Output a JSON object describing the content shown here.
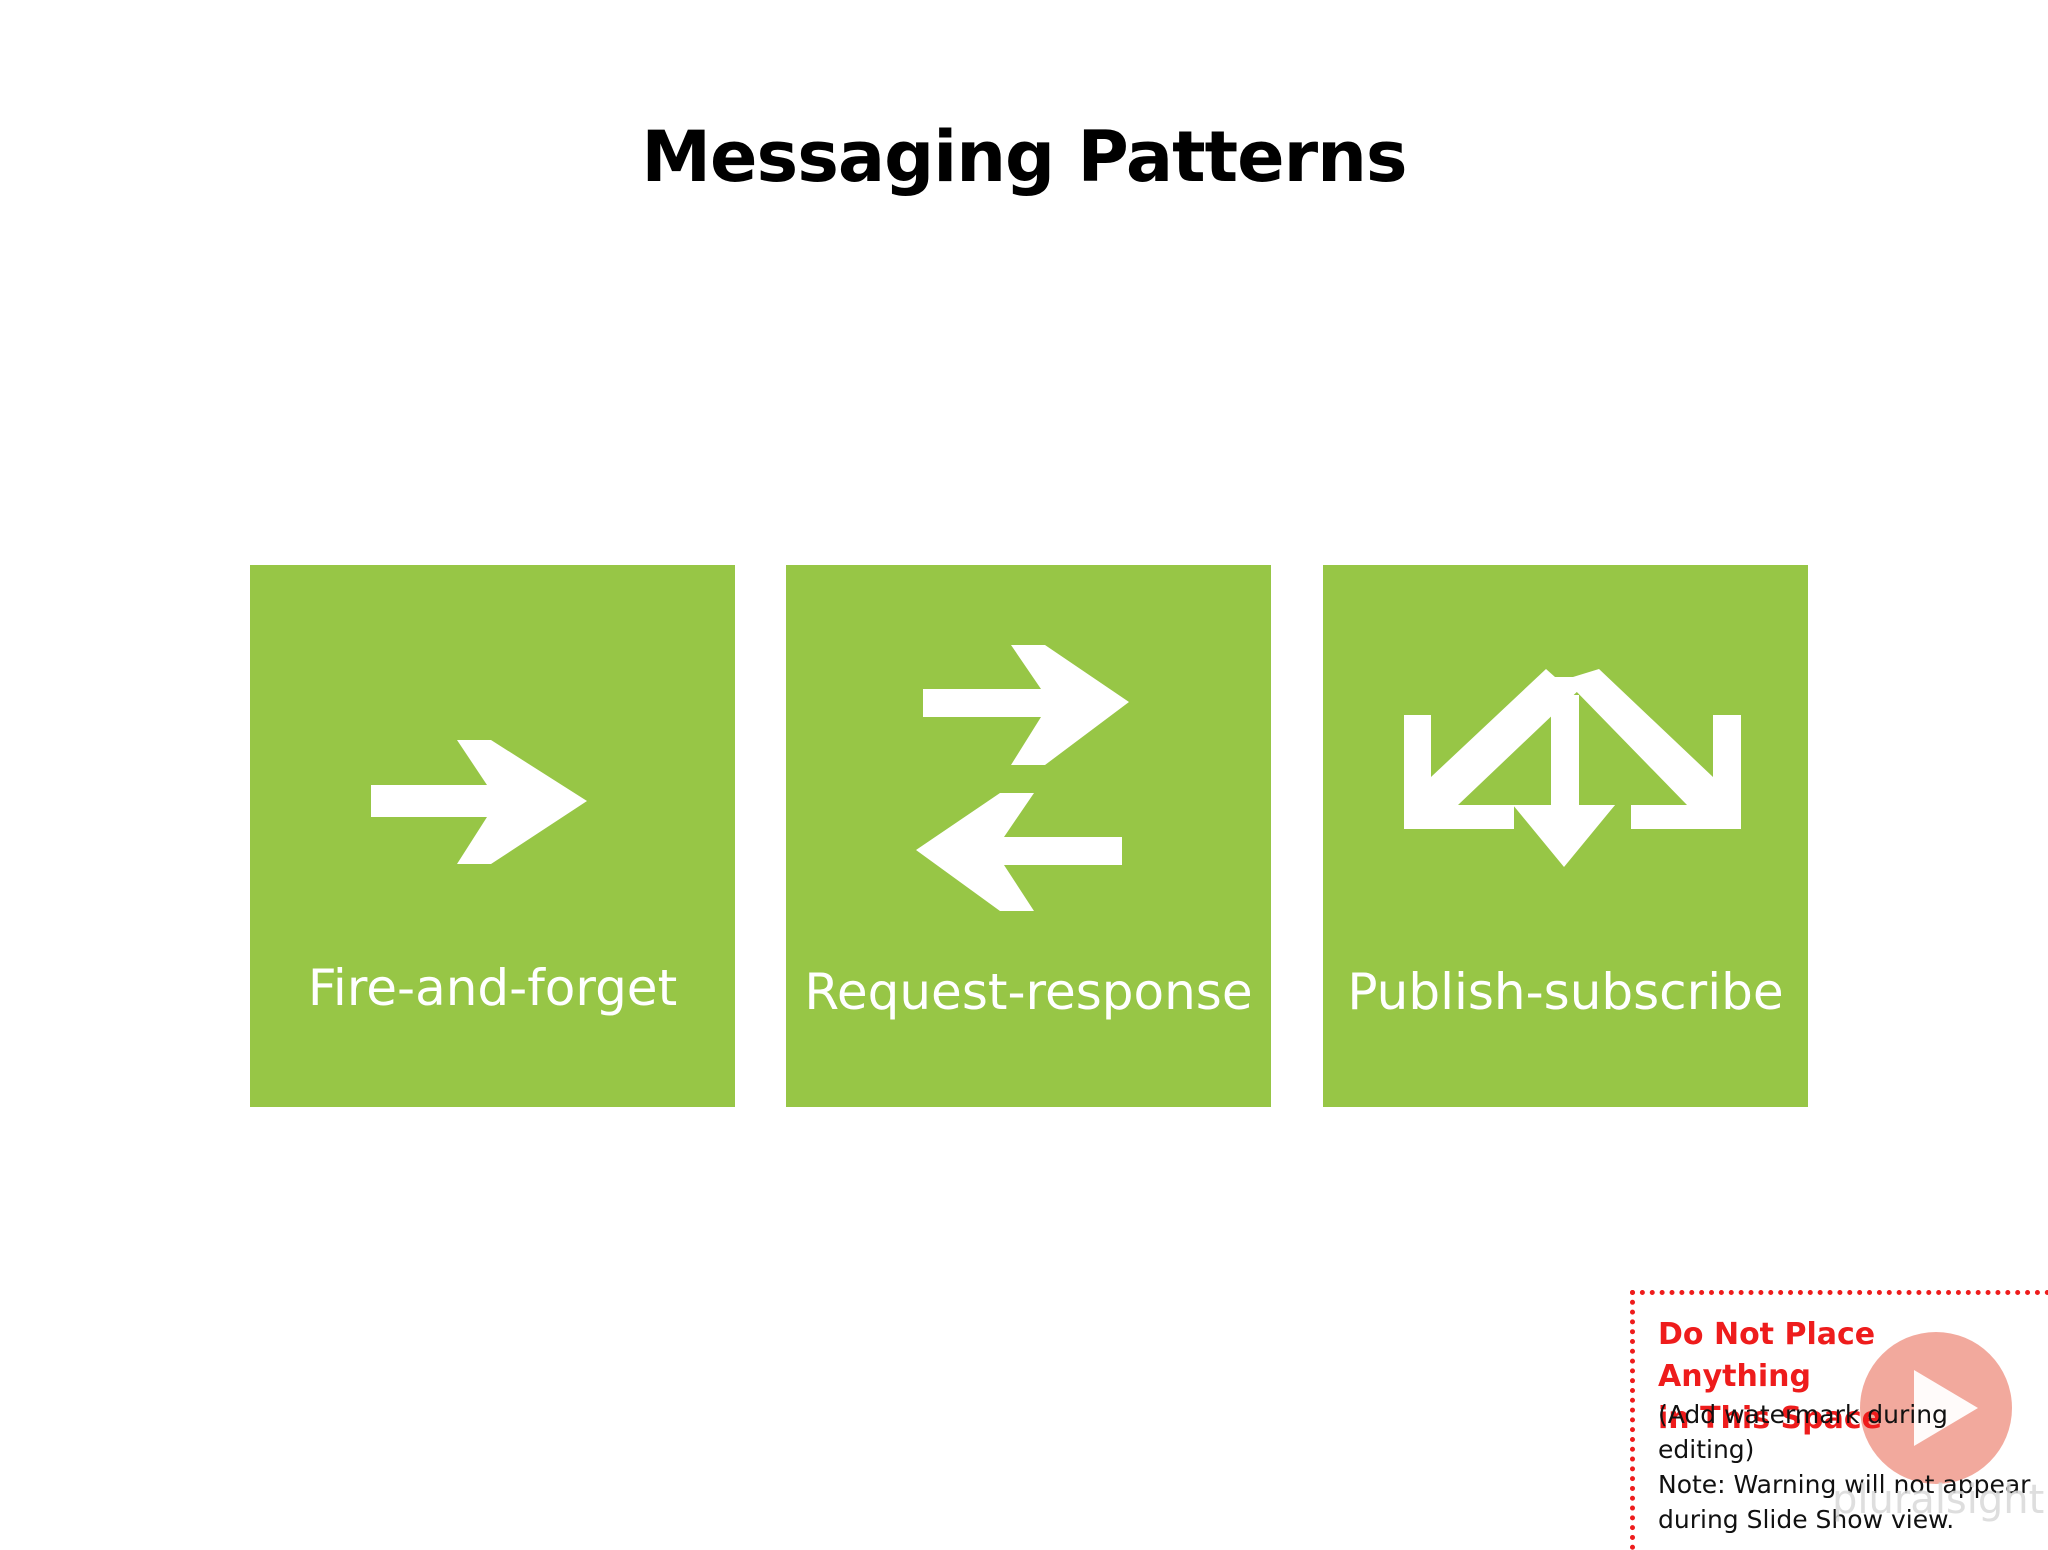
{
  "slide": {
    "title": "Messaging Patterns"
  },
  "patterns": [
    {
      "label": "Fire-and-forget",
      "icon": "arrow-right-icon"
    },
    {
      "label": "Request-response",
      "icon": "arrows-exchange-icon"
    },
    {
      "label": "Publish-subscribe",
      "icon": "arrows-fan-out-icon"
    }
  ],
  "reserved_area": {
    "heading_line1": "Do Not Place Anything",
    "heading_line2": "in This Space",
    "note_line1": "(Add watermark during",
    "note_line2": "editing)",
    "note_line3": "Note:  Warning will not appear",
    "note_line4": "during Slide Show view."
  },
  "watermark": {
    "brand": "pluralsight",
    "icon": "play-icon"
  },
  "colors": {
    "tile": "#97c646",
    "warning": "#ee1c1c",
    "watermark": "#f09a8c"
  }
}
